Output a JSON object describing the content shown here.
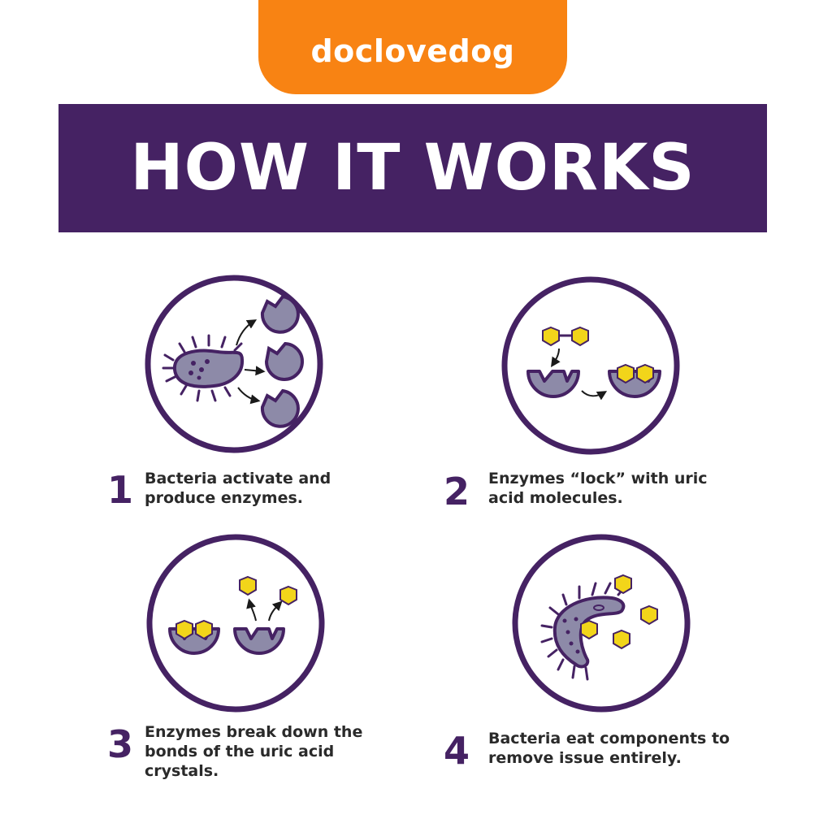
{
  "brand": {
    "name": "doclovedog"
  },
  "header": {
    "title": "HOW IT WORKS"
  },
  "steps": [
    {
      "number": "1",
      "text": "Bacteria activate and produce enzymes."
    },
    {
      "number": "2",
      "text": "Enzymes “lock” with uric acid molecules."
    },
    {
      "number": "3",
      "text": "Enzymes break down the bonds of the uric acid crystals."
    },
    {
      "number": "4",
      "text": "Bacteria eat components to remove issue entirely."
    }
  ],
  "colors": {
    "brand_orange": "#f88313",
    "banner_purple": "#452263",
    "circle_purple": "#452263",
    "enzyme_gray": "#8d8aa8",
    "molecule_yellow": "#f2d51a",
    "text_dark": "#2a2a2a"
  }
}
